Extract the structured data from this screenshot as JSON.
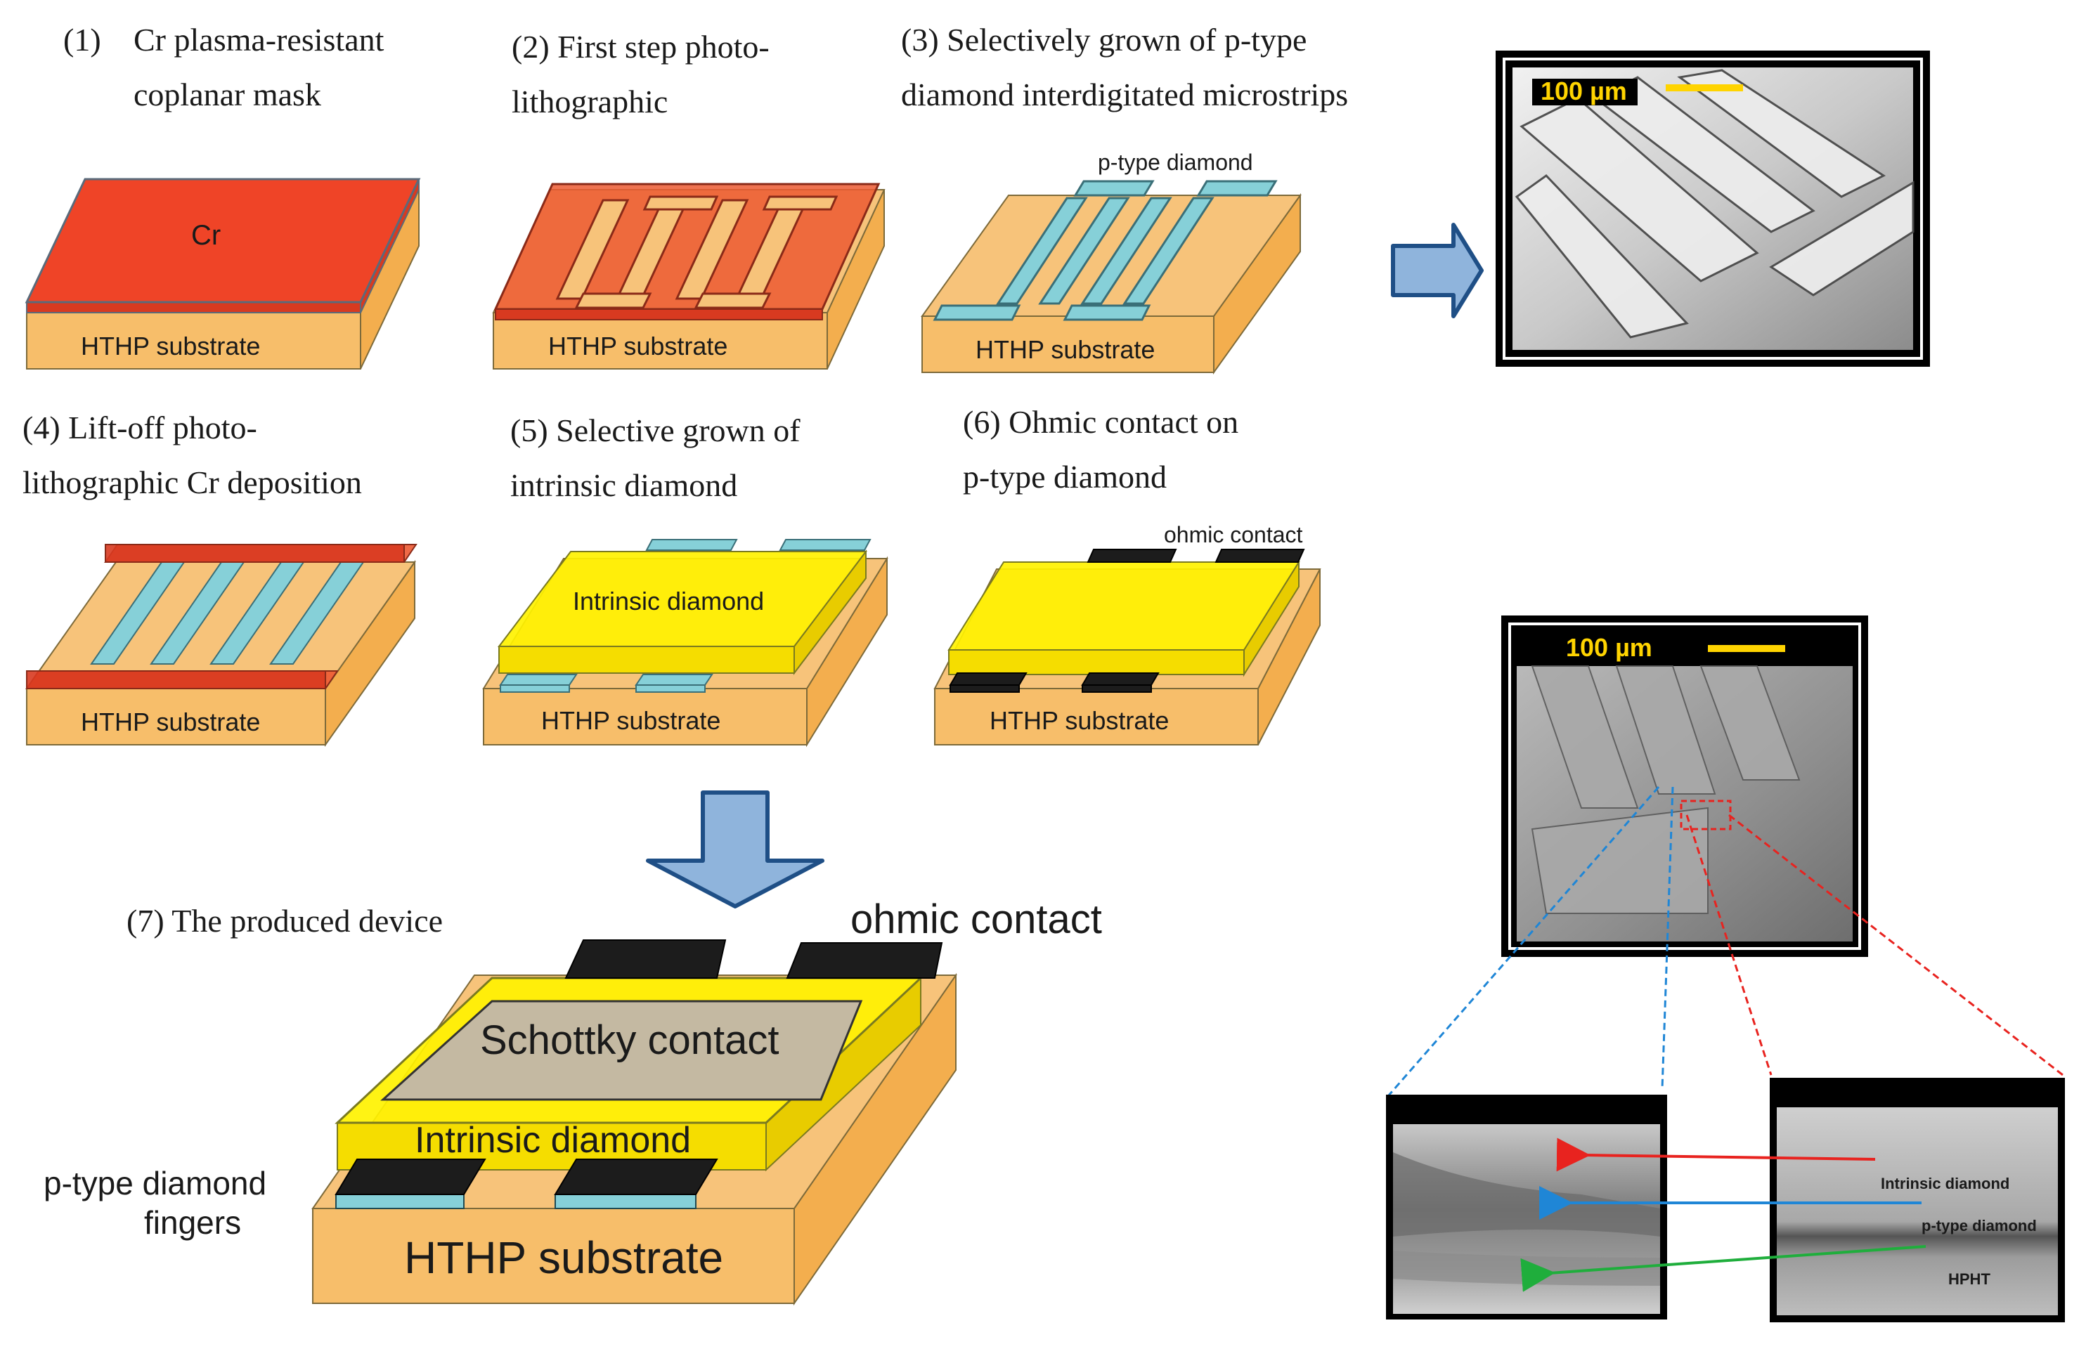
{
  "steps": {
    "s1": {
      "num": "(1)",
      "line1": "Cr plasma-resistant",
      "line2": "coplanar mask"
    },
    "s2": {
      "line1": "(2)  First step photo-",
      "line2": "lithographic"
    },
    "s3": {
      "line1": "(3) Selectively grown of p-type",
      "line2": "diamond interdigitated microstrips"
    },
    "s4": {
      "line1": "(4) Lift-off photo-",
      "line2": "lithographic  Cr deposition"
    },
    "s5": {
      "line1": "(5) Selective grown of",
      "line2": "intrinsic diamond"
    },
    "s6": {
      "line1": "(6) Ohmic contact on",
      "line2": "p-type diamond"
    },
    "s7": {
      "line1": "(7) The produced device"
    }
  },
  "labels": {
    "substrate": "HTHP substrate",
    "cr": "Cr",
    "p_type_diamond": "p-type diamond",
    "intrinsic_diamond": "Intrinsic diamond",
    "ohmic_contact": "ohmic contact",
    "schottky_contact": "Schottky contact",
    "intrinsic_diamond_big": "Intrinsic diamond",
    "p_type_fingers_line1": "p-type diamond",
    "p_type_fingers_line2": "fingers"
  },
  "micrographs": {
    "top_scale": "100 µm",
    "mid_scale": "100 µm",
    "xsec_intrinsic": "Intrinsic diamond",
    "xsec_ptype": "p-type diamond",
    "xsec_hpht": "HPHT"
  },
  "colors": {
    "substrate": "#f7be6a",
    "cr": "#ef4427",
    "p_type": "#86d0d8",
    "intrinsic": "#fff200",
    "contact": "#1c1c1c",
    "schottky": "#c4b9a2",
    "arrow_fill": "#8fb4dc",
    "arrow_edge": "#1f4f86",
    "arrow_red": "#e8231f",
    "arrow_blue": "#1f86d6",
    "arrow_green": "#1fae3c"
  }
}
